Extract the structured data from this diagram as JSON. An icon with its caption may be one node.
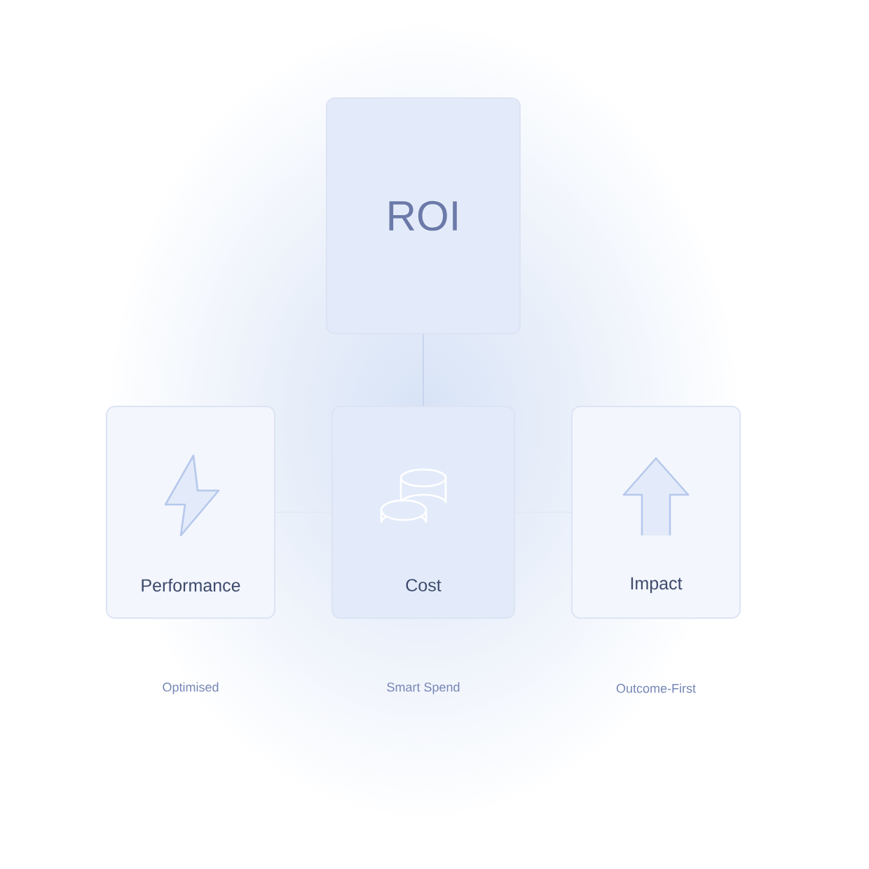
{
  "diagram": {
    "nodes": [
      {
        "text": [
          "ROI"
        ]
      },
      {
        "text": [
          "Performance"
        ]
      },
      {
        "text": [
          "Cost"
        ]
      },
      {
        "text": [
          "Impact"
        ]
      }
    ],
    "labels": [
      "Optimised",
      "Smart Spend",
      "Outcome-First"
    ],
    "edges": [
      {
        "from": 0,
        "to": 2,
        "arrow": "none"
      },
      {
        "from": 1,
        "to": 2,
        "arrow": "none",
        "color": "#e3e9f6"
      },
      {
        "from": 2,
        "to": 3,
        "arrow": "none",
        "color": "#e3e9f6"
      }
    ]
  }
}
